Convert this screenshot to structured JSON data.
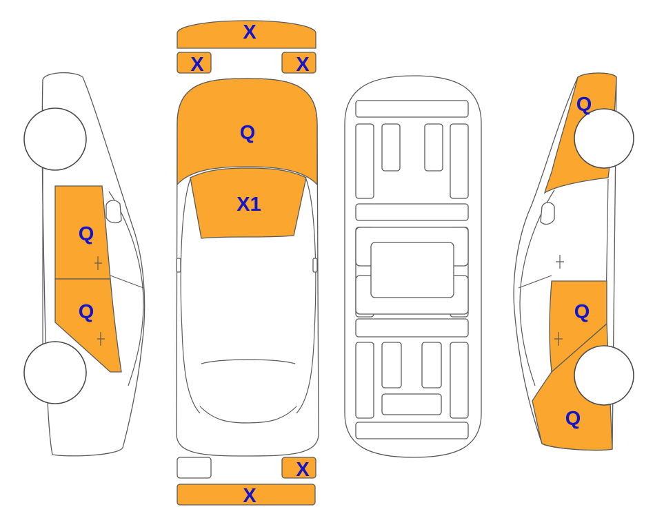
{
  "colors": {
    "highlight": "#FBA72F",
    "mark_text": "#1414C8",
    "outline": "#5A5A5A",
    "background": "#FFFFFF"
  },
  "views": {
    "left_side": {
      "front_door_mark": "Q",
      "rear_door_mark": "Q"
    },
    "top": {
      "front_bumper_mark": "X",
      "front_left_corner_mark": "X",
      "front_right_corner_mark": "X",
      "hood_mark": "Q",
      "windshield_mark": "X1",
      "rear_right_corner_mark": "X",
      "rear_bumper_mark": "X"
    },
    "right_side": {
      "front_fender_mark": "Q",
      "rear_door_mark": "Q",
      "rear_quarter_mark": "Q"
    }
  }
}
